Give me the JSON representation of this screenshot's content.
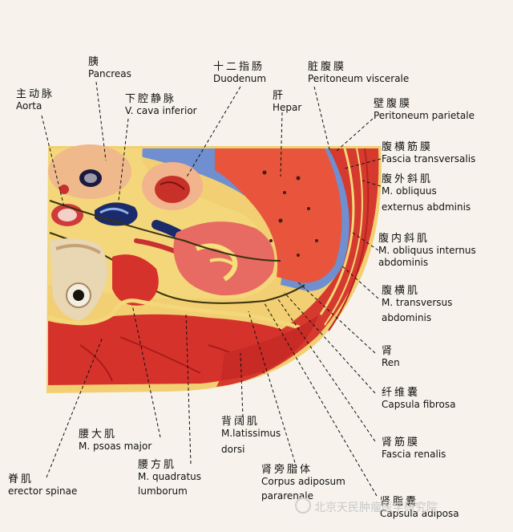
{
  "labels": {
    "pancreas": {
      "zh": "胰",
      "en": "Pancreas"
    },
    "duodenum": {
      "zh": "十二指肠",
      "en": "Duodenum"
    },
    "visceral": {
      "zh": "脏腹膜",
      "en": "Peritoneum viscerale"
    },
    "aorta": {
      "zh": "主动脉",
      "en": "Aorta"
    },
    "vcava": {
      "zh": "下腔静脉",
      "en": "V. cava inferior"
    },
    "hepar": {
      "zh": "肝",
      "en": "Hepar"
    },
    "parietal": {
      "zh": "壁腹膜",
      "en": "Peritoneum parietale"
    },
    "fasciatrans": {
      "zh": "腹横筋膜",
      "en": "Fascia transversalis"
    },
    "extobl": {
      "zh": "腹外斜肌",
      "en": "M. obliquus",
      "en2": "externus abdminis"
    },
    "intobl": {
      "zh": "腹内斜肌",
      "en": "M. obliquus internus",
      "en2": "abdominis"
    },
    "transv": {
      "zh": "腹横肌",
      "en": "M. transversus",
      "en2": "abdominis"
    },
    "ren": {
      "zh": "肾",
      "en": "Ren"
    },
    "capfib": {
      "zh": "纤维囊",
      "en": "Capsula fibrosa"
    },
    "latdorsi": {
      "zh": "背阔肌",
      "en": "M.latissimus",
      "en2": "dorsi"
    },
    "psoas": {
      "zh": "腰大肌",
      "en": "M. psoas major"
    },
    "fasren": {
      "zh": "肾筋膜",
      "en": "Fascia renalis"
    },
    "quadratus": {
      "zh": "腰方肌",
      "en": "M. quadratus",
      "en2": "lumborum"
    },
    "pararenal": {
      "zh": "肾旁脂体",
      "en": "Corpus adiposum",
      "en2": "pararenale"
    },
    "erector": {
      "zh": "脊肌",
      "en": "erector spinae"
    },
    "capadip": {
      "zh": "肾脂囊",
      "en": "Capsula adiposa"
    }
  },
  "watermark": "北京天民肿瘤医学研究院",
  "colors": {
    "liver": "#e8553c",
    "muscle": "#d8302c",
    "fat": "#f3d77a",
    "peritoneum": "#5c7fc4",
    "background": "#f7f3ec"
  }
}
